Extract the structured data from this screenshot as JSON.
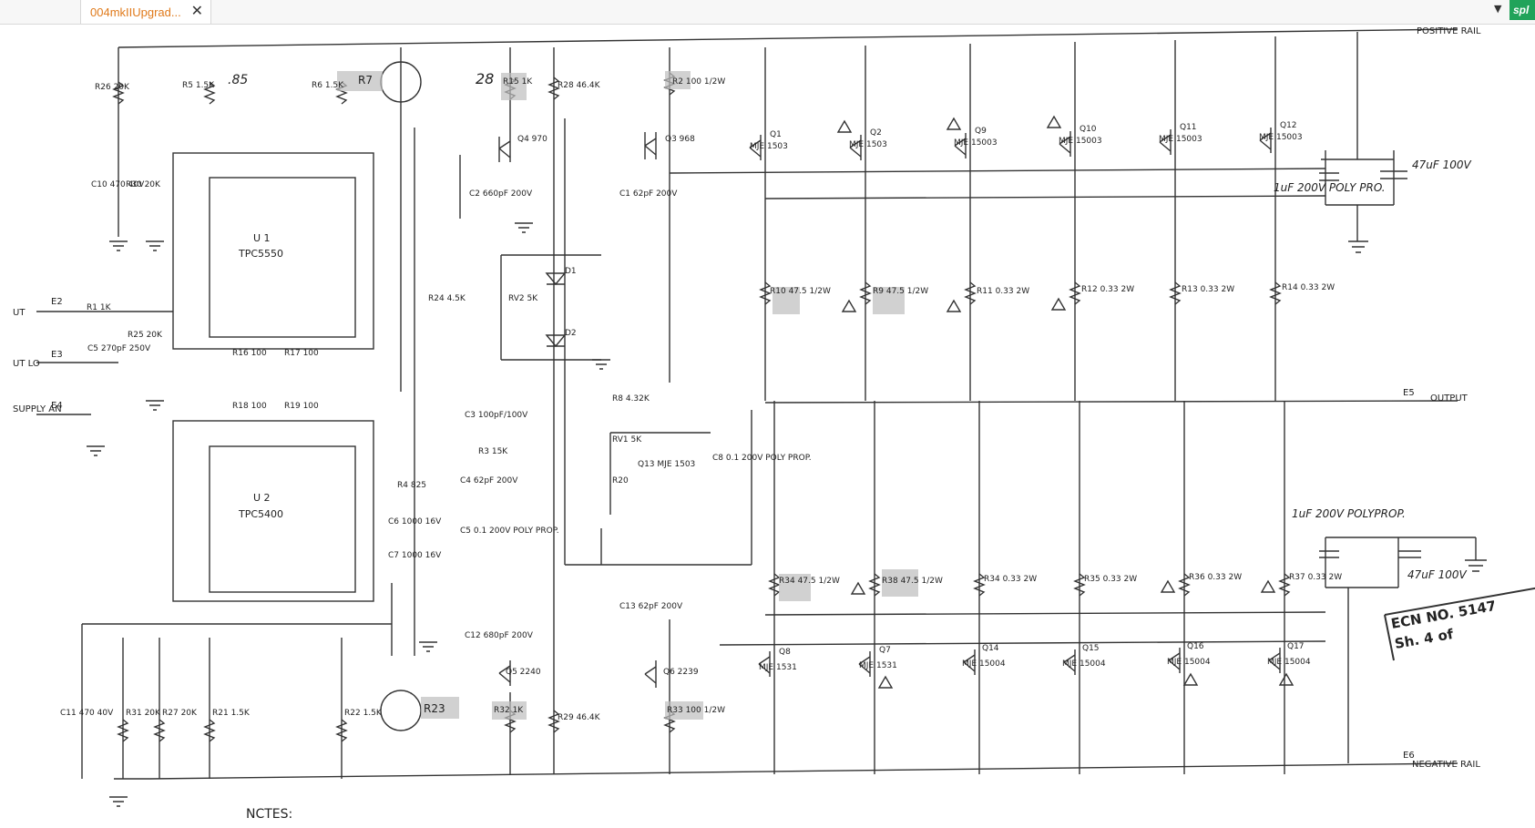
{
  "tab": {
    "title": "004mkIIUpgrad...",
    "close": "✕"
  },
  "toolbar": {
    "dropdown": "▼",
    "brand": "spl"
  },
  "schematic": {
    "top_rail": "POSITIVE RAIL",
    "bottom_rail": "NEGATIVE RAIL",
    "output": "OUTPUT",
    "e5": "E5",
    "e6": "E6",
    "notes": "NCTES:",
    "ecn": "ECN NO. 5147",
    "sheet": "Sh. 4 of",
    "inputs": [
      {
        "pin": "E2",
        "label": "UT"
      },
      {
        "pin": "E3",
        "label": "UT LO"
      },
      {
        "pin": "E4",
        "label": "SUPPLY AN"
      }
    ],
    "ics": [
      {
        "ref": "U 1",
        "part": "TPC5550"
      },
      {
        "ref": "U 2",
        "part": "TPC5400"
      }
    ],
    "components": {
      "r26": "R26 20K",
      "r5": "R5 1.5K",
      "r6": "R6 1.5K",
      "r7": "R7",
      "r15": "R15 1K",
      "r28": "R28 46.4K",
      "r2": "R2 100 1/2W",
      "q4": "Q4 970",
      "q3": "Q3 968",
      "c2": "C2 660pF 200V",
      "c1": "C1 62pF 200V",
      "c10": "C10 470 40V",
      "r30": "R30 20K",
      "r1": "R1 1K",
      "r25": "R25 20K",
      "c5": "C5 270pF 250V",
      "r16": "R16 100",
      "r17": "R17 100",
      "r18": "R18 100",
      "r19": "R19 100",
      "r24": "R24 4.5K",
      "rv2": "RV2 5K",
      "d1": "D1",
      "d2": "D2",
      "c3": "C3 100pF/100V",
      "r3": "R3 15K",
      "r4": "R4 825",
      "c4": "C4 62pF 200V",
      "c6": "C6 1000 16V",
      "c7": "C7 1000 16V",
      "c5b": "C5 0.1 200V POLY PROP.",
      "c12": "C12 680pF 200V",
      "q5": "Q5 2240",
      "q6": "Q6 2239",
      "c13": "C13 62pF 200V",
      "r8": "R8 4.32K",
      "rv1": "RV1 5K",
      "q13": "Q13 MJE 1503",
      "c8": "C8 0.1 200V POLY PROP.",
      "r20": "R20",
      "c11": "C11 470 40V",
      "r31": "R31 20K",
      "r27": "R27 20K",
      "r21": "R21 1.5K",
      "r22": "R22 1.5K",
      "r23": "R23",
      "r32": "R32 1K",
      "r29": "R29 46.4K",
      "r33": "R33 100 1/2W",
      "cap_top": "1uF 200V POLY PRO.",
      "cap_top2": "47uF 100V",
      "cap_bot": "1uF 200V POLYPROP.",
      "cap_bot2": "47uF 100V"
    },
    "top_transistors": [
      {
        "q": "Q1",
        "part": "MJE 1503",
        "r": "R10 47.5 1/2W"
      },
      {
        "q": "Q2",
        "part": "MJE 1503",
        "r": "R9 47.5 1/2W"
      },
      {
        "q": "Q9",
        "part": "MJE 15003",
        "r": "R11 0.33 2W"
      },
      {
        "q": "Q10",
        "part": "MJE 15003",
        "r": "R12 0.33 2W"
      },
      {
        "q": "Q11",
        "part": "MJE 15003",
        "r": "R13 0.33 2W"
      },
      {
        "q": "Q12",
        "part": "MJE 15003",
        "r": "R14 0.33 2W"
      }
    ],
    "bottom_transistors": [
      {
        "q": "Q8",
        "part": "MJE 1531",
        "r": "R34 47.5 1/2W"
      },
      {
        "q": "Q7",
        "part": "MJE 1531",
        "r": "R38 47.5 1/2W"
      },
      {
        "q": "Q14",
        "part": "MJE 15004",
        "r": "R34 0.33 2W"
      },
      {
        "q": "Q15",
        "part": "MJE 15004",
        "r": "R35 0.33 2W"
      },
      {
        "q": "Q16",
        "part": "MJE 15004",
        "r": "R36 0.33 2W"
      },
      {
        "q": "Q17",
        "part": "MJE 15004",
        "r": "R37 0.33 2W"
      }
    ],
    "handwritten": {
      "a": ".85",
      "b": "28"
    }
  }
}
